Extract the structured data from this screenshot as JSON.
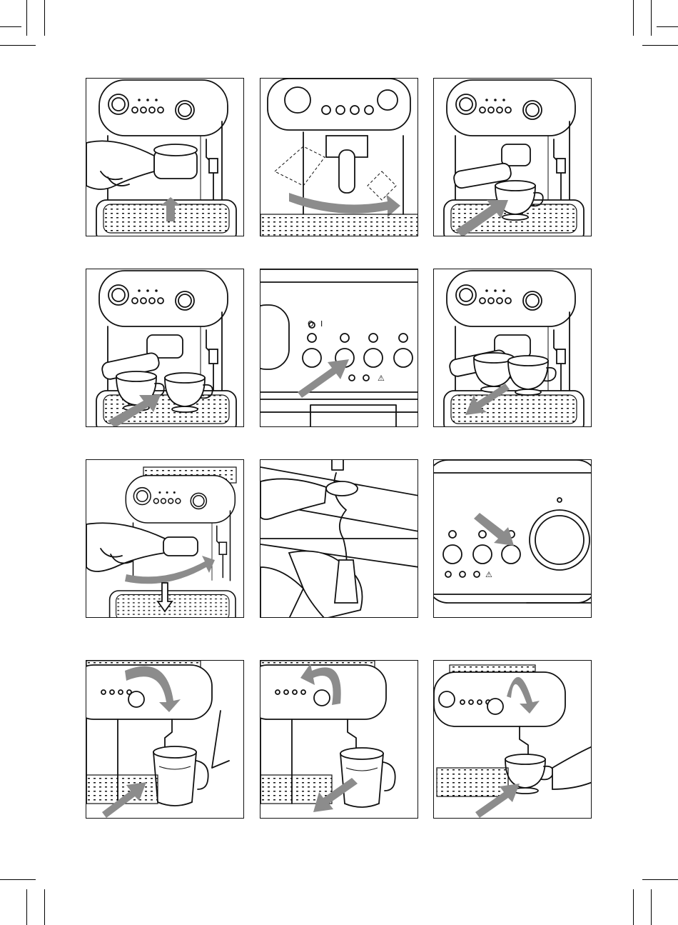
{
  "document": {
    "page_size": "950x1295",
    "colors": {
      "line": "#111111",
      "arrow": "#8c8c8c",
      "background": "#ffffff"
    },
    "figures": [
      {
        "id": "1",
        "depicts": "portafilter-insert-arrow-up"
      },
      {
        "id": "2",
        "depicts": "portafilter-rotate-right"
      },
      {
        "id": "3",
        "depicts": "cup-placed-under-spout"
      },
      {
        "id": "4",
        "depicts": "two-cups-placed"
      },
      {
        "id": "5",
        "depicts": "control-panel-press-button"
      },
      {
        "id": "6",
        "depicts": "cups-removed"
      },
      {
        "id": "7",
        "depicts": "portafilter-removed-grounds-out"
      },
      {
        "id": "8",
        "depicts": "cleaning-filter-under-water"
      },
      {
        "id": "9",
        "depicts": "control-panel-steam-button"
      },
      {
        "id": "10",
        "depicts": "steam-knob-open-jug"
      },
      {
        "id": "11",
        "depicts": "steam-knob-close-jug"
      },
      {
        "id": "12",
        "depicts": "hot-water-into-cup"
      }
    ],
    "panel_symbols": {
      "power_labels": [
        "O",
        "I"
      ],
      "warning_symbol": "⚠"
    }
  }
}
